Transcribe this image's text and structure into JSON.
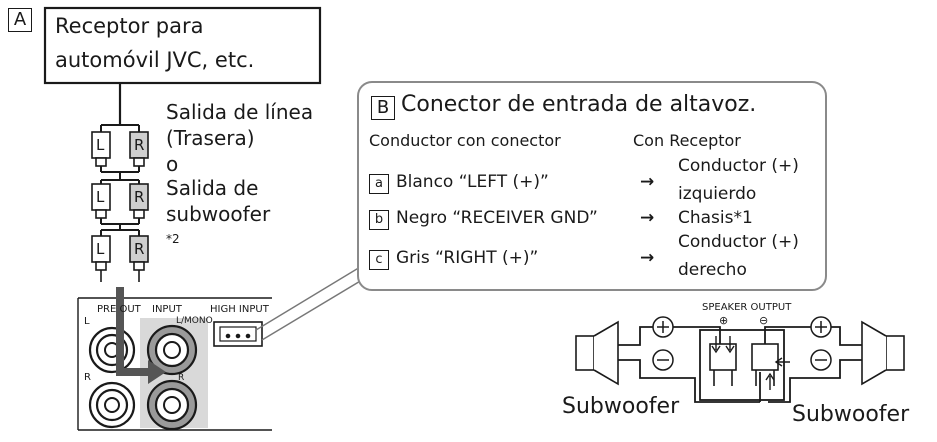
{
  "section_a": {
    "letter": "A",
    "receiver_line1": "Receptor para",
    "receiver_line2": "automóvil JVC, etc.",
    "output_line1": "Salida de línea",
    "output_line2": "(Trasera)",
    "output_line3": "o",
    "output_line4": "Salida de",
    "output_line5": "subwoofer",
    "output_note": "*2",
    "plug_l": "L",
    "plug_r": "R"
  },
  "panel": {
    "pre_out": "PRE OUT",
    "input": "INPUT",
    "high_input": "HIGH INPUT",
    "l_label": "L",
    "r_label": "R",
    "l_mono": "L/MONO",
    "r_input": "R"
  },
  "section_b": {
    "letter": "B",
    "title": "Conector de entrada de altavoz.",
    "col_left": "Conductor con conector",
    "col_right": "Con Receptor",
    "rows": [
      {
        "letter": "a",
        "label": "Blanco “LEFT (+)”",
        "target1": "Conductor (+)",
        "target2": "izquierdo"
      },
      {
        "letter": "b",
        "label": "Negro “RECEIVER GND”",
        "target1": "Chasis*1",
        "target2": ""
      },
      {
        "letter": "c",
        "label": "Gris “RIGHT (+)”",
        "target1": "Conductor (+)",
        "target2": "derecho"
      }
    ],
    "arrow": "→"
  },
  "speaker": {
    "speaker_output": "SPEAKER OUTPUT",
    "plus": "⊕",
    "minus": "⊖",
    "left_label": "Subwoofer",
    "right_label": "Subwoofer"
  }
}
